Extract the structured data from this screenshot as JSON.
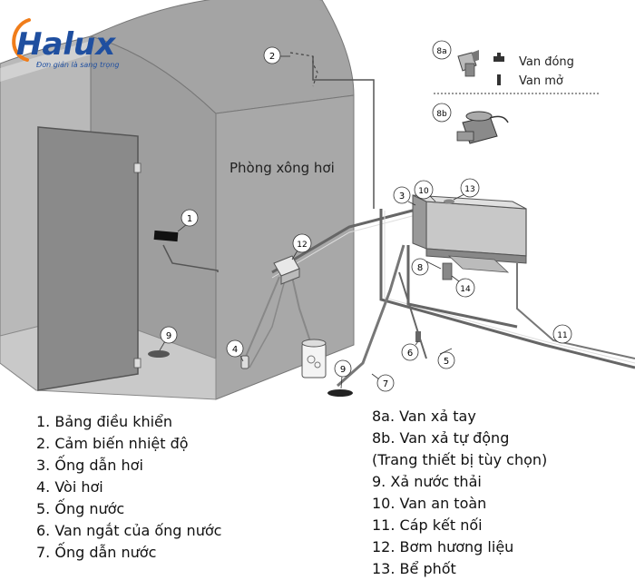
{
  "brand": {
    "name": "Halux",
    "tagline": "Đơn giản là sang trọng",
    "color": "#1f4fa0",
    "accent": "#f07d1a"
  },
  "room_label": "Phòng xông hơi",
  "valve_inset": {
    "closed_label": "Van đóng",
    "open_label": "Van mở"
  },
  "callouts": [
    "1",
    "2",
    "3",
    "4",
    "5",
    "6",
    "7",
    "8",
    "8a",
    "8b",
    "9",
    "9",
    "10",
    "11",
    "12",
    "13",
    "14"
  ],
  "legend_left": [
    "1. Bảng điều khiển",
    "2. Cảm biến nhiệt độ",
    "3. Ống dẫn hơi",
    "4. Vòi hơi",
    "5. Ống nước",
    "6. Van ngắt của ống nước",
    "7. Ống dẫn nước"
  ],
  "legend_right": [
    "8a. Van xả tay",
    "8b. Van xả tự động",
    "(Trang thiết bị tùy chọn)",
    "9. Xả nước thải",
    "10. Van an toàn",
    "11. Cáp kết nối",
    "12. Bơm hương liệu",
    "13. Bể phốt"
  ]
}
